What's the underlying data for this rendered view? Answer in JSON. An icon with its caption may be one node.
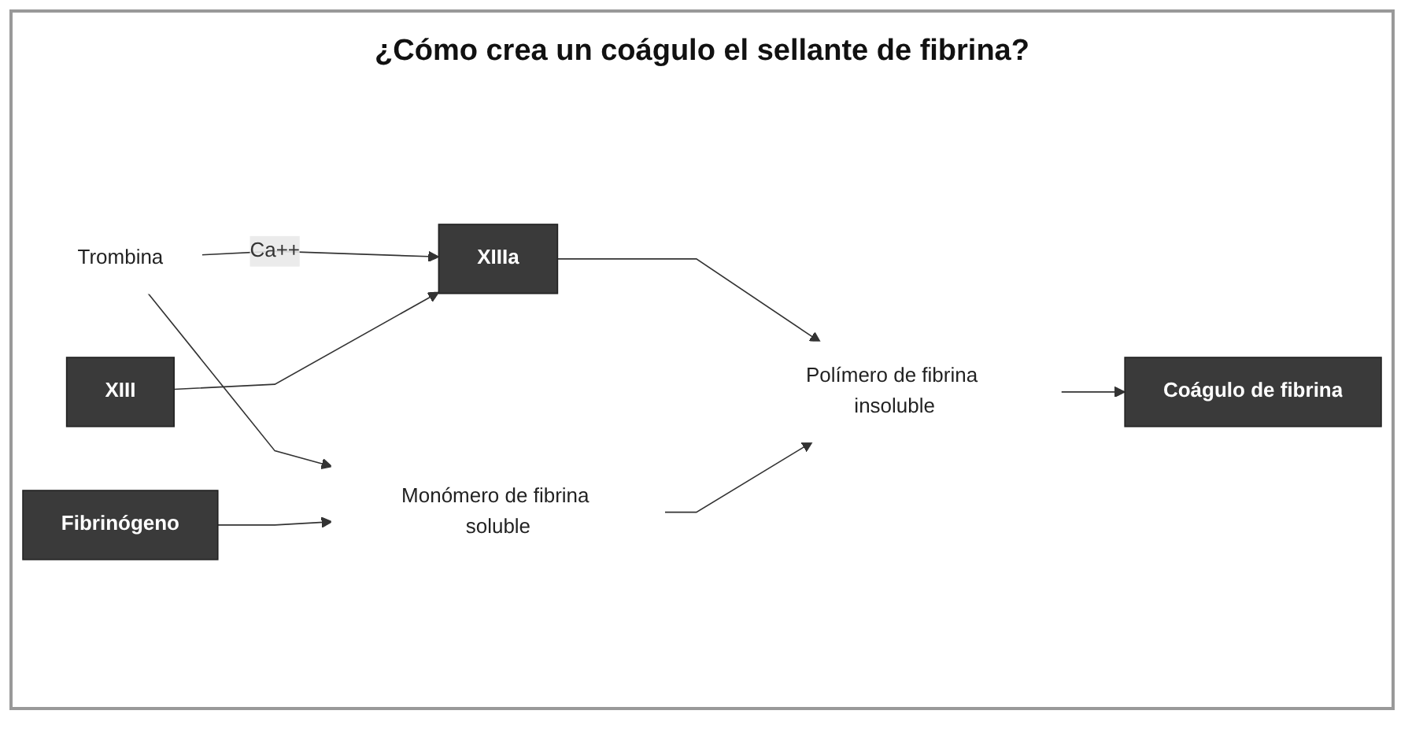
{
  "diagram": {
    "title": "¿Cómo crea un coágulo el sellante de fibrina?",
    "nodes": [
      {
        "text": [
          "Trombina"
        ]
      },
      {
        "text": [
          "XIIIa"
        ]
      },
      {
        "text": [
          "XIII"
        ]
      },
      {
        "text": [
          "Fibrinógeno"
        ]
      },
      {
        "text": [
          "Monómero de fibrina soluble"
        ]
      },
      {
        "text": [
          "Polímero de fibrina insoluble"
        ]
      },
      {
        "text": [
          "Coágulo de fibrina"
        ]
      }
    ],
    "edges": [
      {
        "from": 0,
        "to": 1,
        "arrow": "to",
        "label": "Ca++"
      },
      {
        "from": 2,
        "to": 1,
        "arrow": "to"
      },
      {
        "from": 0,
        "to": 4,
        "arrow": "to"
      },
      {
        "from": 3,
        "to": 4,
        "arrow": "to"
      },
      {
        "from": 1,
        "to": 5,
        "arrow": "to"
      },
      {
        "from": 4,
        "to": 5,
        "arrow": "to"
      },
      {
        "from": 5,
        "to": 6,
        "arrow": "to"
      }
    ]
  }
}
